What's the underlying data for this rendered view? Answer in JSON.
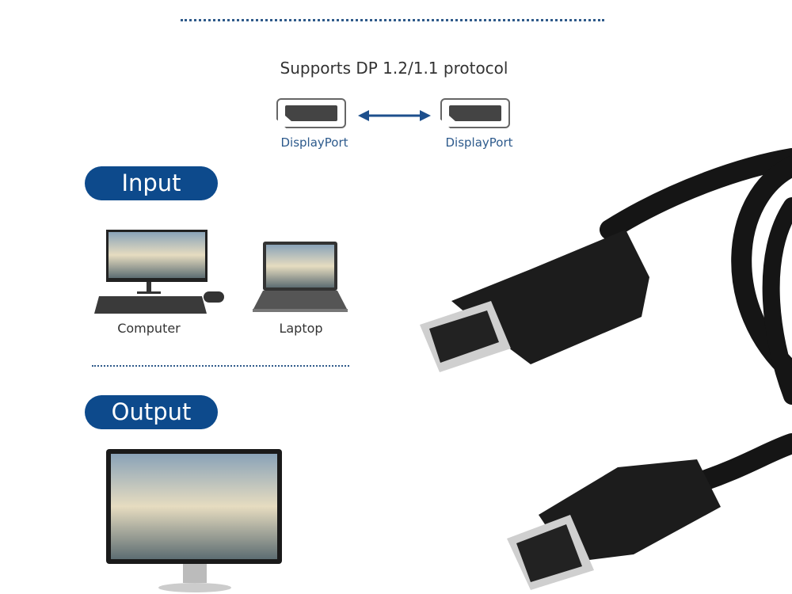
{
  "header": {
    "protocol_text": "Supports DP 1.2/1.1 protocol"
  },
  "ports": [
    {
      "label": "DisplayPort",
      "icon": "displayport-icon"
    },
    {
      "label": "DisplayPort",
      "icon": "displayport-icon"
    }
  ],
  "input": {
    "title": "Input",
    "devices": [
      {
        "label": "Computer",
        "icon": "desktop-computer-icon"
      },
      {
        "label": "Laptop",
        "icon": "laptop-icon"
      }
    ]
  },
  "output": {
    "title": "Output",
    "devices": [
      {
        "icon": "monitor-icon"
      }
    ]
  },
  "colors": {
    "accent": "#0d4a8c",
    "text": "#333333"
  }
}
